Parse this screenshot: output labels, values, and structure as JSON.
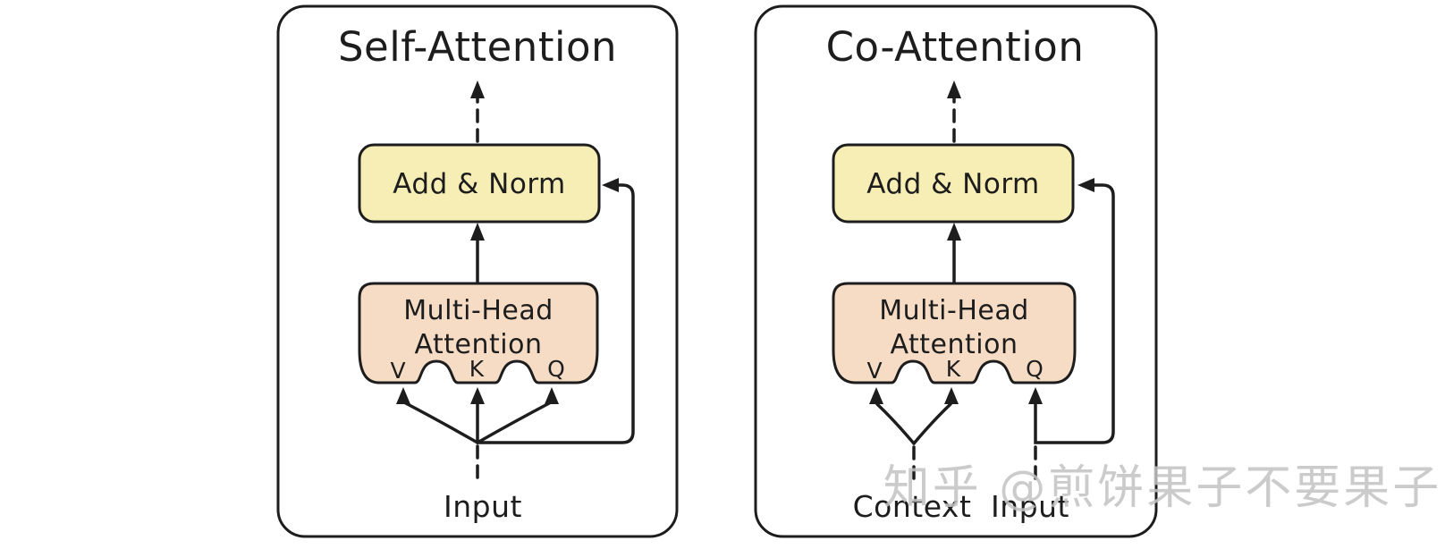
{
  "colors": {
    "background": "#ffffff",
    "ink": "#1d1d1d",
    "yellow_box": "#f6eeb4",
    "pink_box": "#f6dcc4",
    "watermark": "#c3c3c3"
  },
  "panels": [
    {
      "title": "Self-Attention",
      "add_norm": "Add & Norm",
      "mha_line1": "Multi-Head",
      "mha_line2": "Attention",
      "v": "V",
      "k": "K",
      "q": "Q",
      "input": "Input"
    },
    {
      "title": "Co-Attention",
      "add_norm": "Add & Norm",
      "mha_line1": "Multi-Head",
      "mha_line2": "Attention",
      "v": "V",
      "k": "K",
      "q": "Q",
      "context": "Context",
      "input": "Input"
    }
  ],
  "watermark": "知乎 @煎饼果子不要果子"
}
